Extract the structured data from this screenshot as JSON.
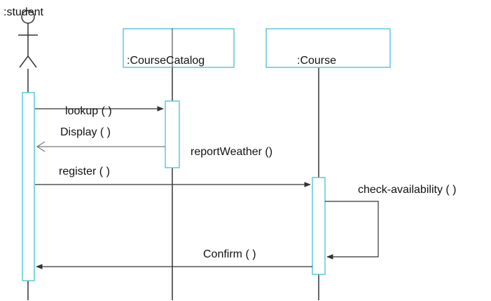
{
  "participants": {
    "student": ":student",
    "catalog": ":CourseCatalog",
    "course": ":Course"
  },
  "messages": {
    "lookup": "lookup ( )",
    "display": "Display ( )",
    "report_weather": "reportWeather ()",
    "register": "register ( )",
    "check_availability": "check-availability ( )",
    "confirm": "Confirm ( )"
  },
  "colors": {
    "box_stroke": "#5bc8dc",
    "line": "#333333",
    "return_arrow": "#777777"
  }
}
